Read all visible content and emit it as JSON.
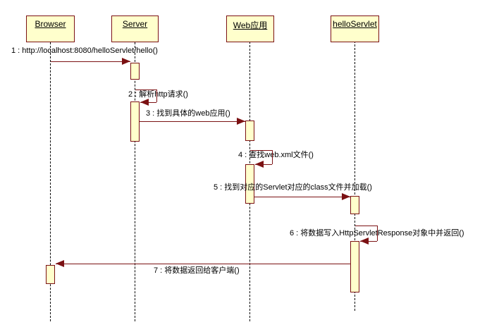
{
  "colors": {
    "background": "#FFFFFF",
    "box_fill": "#FFFFCC",
    "line": "#7B1113",
    "lifeline": "#000000",
    "text": "#000000"
  },
  "actors": [
    {
      "label": "Browser"
    },
    {
      "label": "Server"
    },
    {
      "label": "Web应用"
    },
    {
      "label": "helloServlet"
    }
  ],
  "messages": [
    {
      "label": "1 : http://localhost:8080/helloServlet/hello()",
      "from": "Browser",
      "to": "Server",
      "type": "call"
    },
    {
      "label": "2 : 解析http请求()",
      "from": "Server",
      "to": "Server",
      "type": "self"
    },
    {
      "label": "3 : 找到具体的web应用()",
      "from": "Server",
      "to": "Web应用",
      "type": "call"
    },
    {
      "label": "4 : 查找web.xml文件()",
      "from": "Web应用",
      "to": "Web应用",
      "type": "self"
    },
    {
      "label": "5 : 找到对应的Servlet对应的class文件并加载()",
      "from": "Web应用",
      "to": "helloServlet",
      "type": "call"
    },
    {
      "label": "6 : 将数据写入HttpServletResponse对象中并返回()",
      "from": "helloServlet",
      "to": "helloServlet",
      "type": "self"
    },
    {
      "label": "7 : 将数据返回给客户端()",
      "from": "helloServlet",
      "to": "Browser",
      "type": "return"
    }
  ]
}
